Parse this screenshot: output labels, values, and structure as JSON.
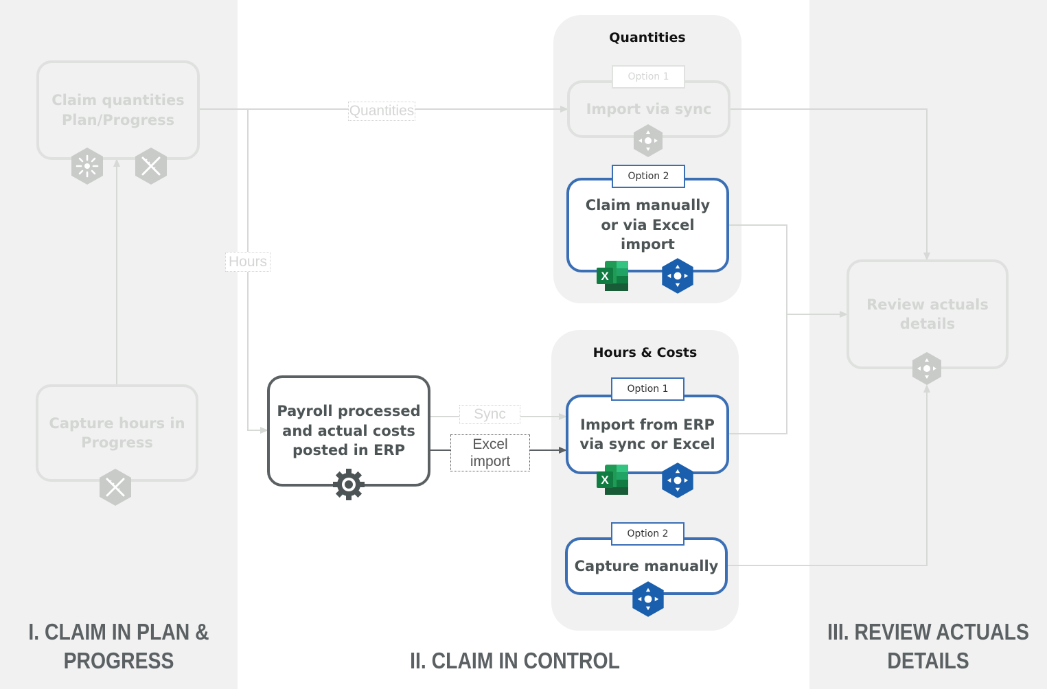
{
  "sections": {
    "left": "I. CLAIM IN PLAN &\nPROGRESS",
    "middle": "II. CLAIM IN CONTROL",
    "right": "III. REVIEW ACTUALS\nDETAILS"
  },
  "groups": {
    "quantities": {
      "title": "Quantities"
    },
    "hours_costs": {
      "title": "Hours & Costs"
    }
  },
  "nodes": {
    "claim_quantities": "Claim quantities\nPlan/Progress",
    "capture_hours": "Capture hours in\nProgress",
    "payroll": "Payroll processed\nand actual costs\nposted in ERP",
    "import_sync": "Import via sync",
    "claim_manually": "Claim manually\nor via Excel\nimport",
    "import_erp": "Import from ERP\nvia sync or Excel",
    "capture_manually": "Capture manually",
    "review_actuals": "Review actuals\ndetails"
  },
  "options": {
    "q_option1": "Option 1",
    "q_option2": "Option 2",
    "h_option1": "Option 1",
    "h_option2": "Option 2"
  },
  "edge_labels": {
    "quantities": "Quantities",
    "hours": "Hours",
    "sync": "Sync",
    "excel_import": "Excel\nimport"
  },
  "colors": {
    "side_background": "#f0f1f0",
    "accent_blue": "#3a6eb5",
    "hex_blue": "#1a5fad",
    "excel_green": "#1d7044",
    "faded": "#dfe1df",
    "dark_text": "#5b6063"
  },
  "icons": {
    "plan_icon": "sun-burst-hex-icon",
    "progress_icon": "ruler-pencil-hex-icon",
    "control_icon": "navigator-hex-icon",
    "excel_icon": "excel-icon",
    "erp_icon": "gear-icon"
  }
}
